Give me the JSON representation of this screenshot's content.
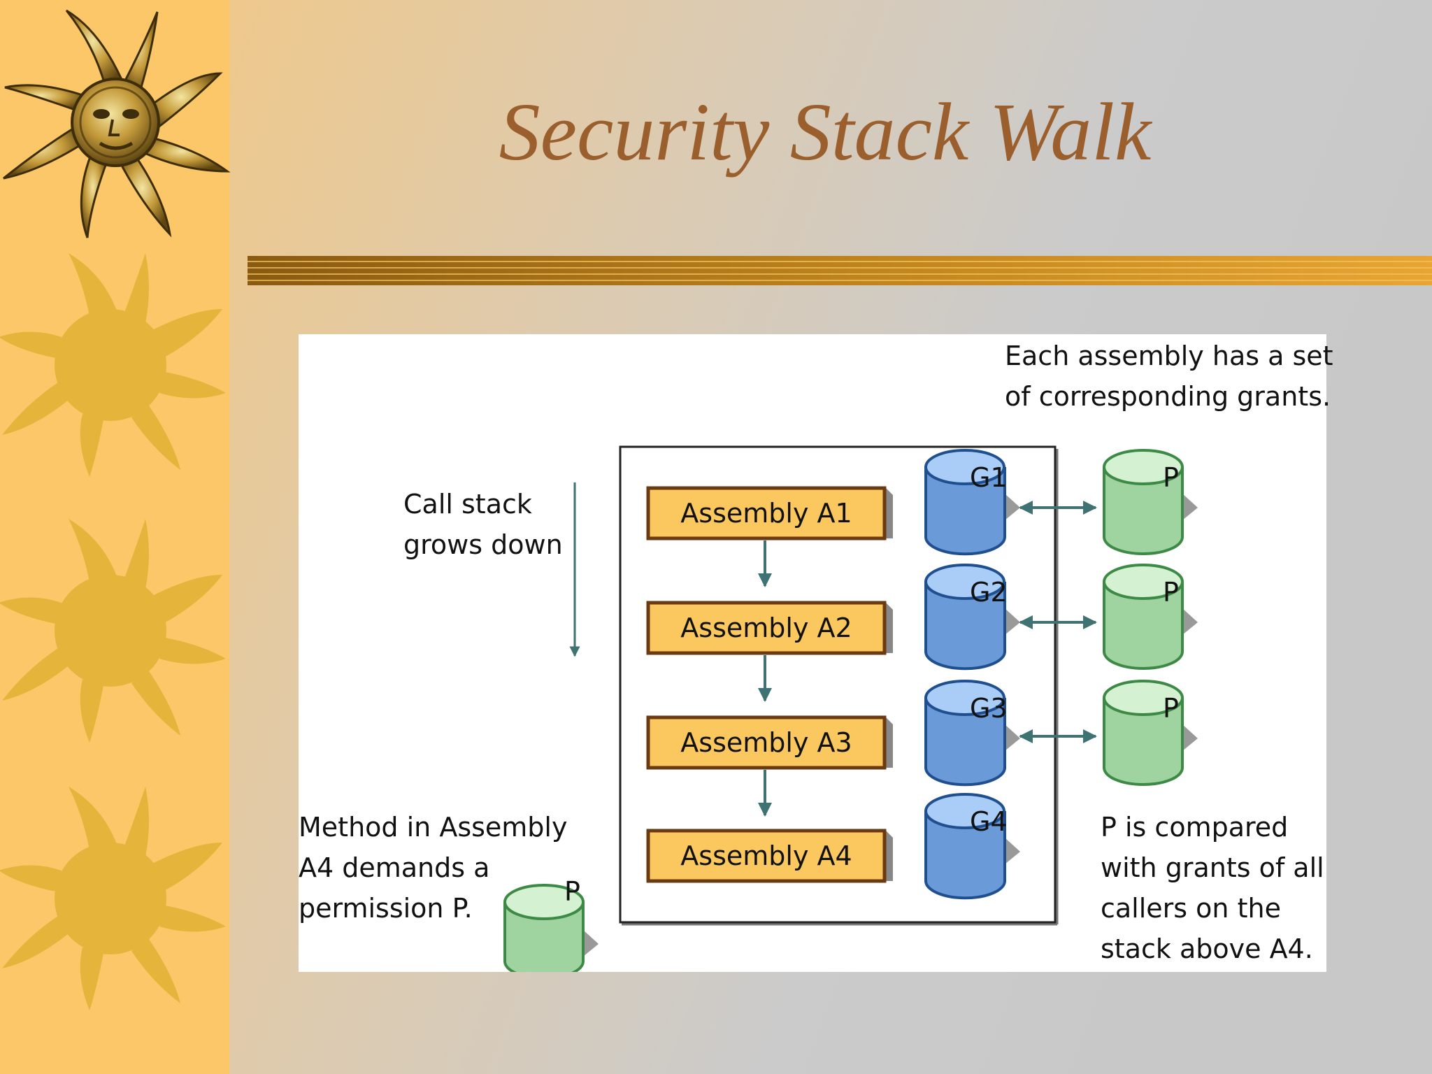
{
  "slide": {
    "title": "Security Stack Walk",
    "colors": {
      "background_left": "#fcc769",
      "background_right": "#c9c9c9",
      "title": "#9a5f2c",
      "bar": "#b77e1c"
    },
    "icons": [
      "sun-ornament-icon",
      "sun-silhouette-icon"
    ]
  },
  "diagram": {
    "note_top": [
      "Each assembly has a set",
      "of corresponding grants."
    ],
    "call_stack_note": [
      "Call stack",
      "grows down"
    ],
    "demand_note": [
      "Method in Assembly",
      "A4 demands a",
      "permission P."
    ],
    "compare_note": [
      "P is compared",
      "with grants of all",
      "callers on the",
      "stack above A4."
    ],
    "assemblies": [
      "Assembly A1",
      "Assembly A2",
      "Assembly A3",
      "Assembly A4"
    ],
    "grants": [
      "G1",
      "G2",
      "G3",
      "G4"
    ],
    "permission_label": "P",
    "colors": {
      "assembly_fill": "#fbc85f",
      "assembly_border": "#6b3a10",
      "grant_fill": "#6a9ad8",
      "permission_fill": "#9fd3a0",
      "arrow": "#3f7272"
    }
  }
}
